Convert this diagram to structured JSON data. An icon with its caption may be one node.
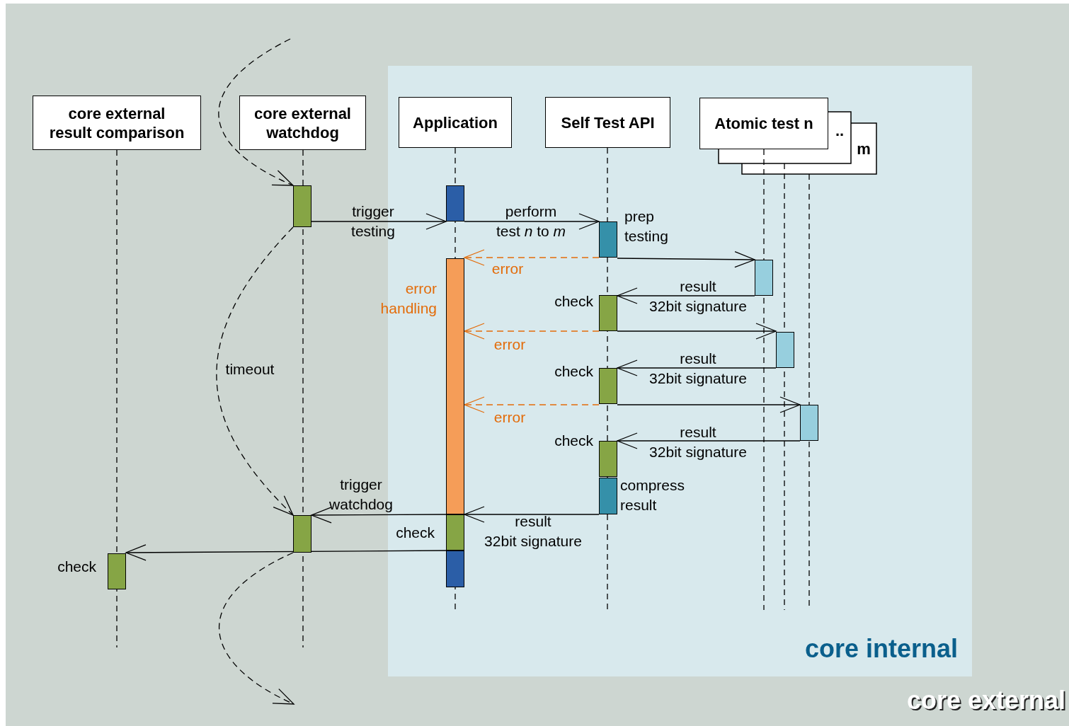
{
  "diagram": {
    "nodes": [
      {
        "text": [
          "core external"
        ]
      },
      {
        "text": [
          "core internal"
        ],
        "in": 0
      },
      {
        "text": [
          "core external result comparison"
        ],
        "in": 0
      },
      {
        "text": [
          "core external watchdog"
        ],
        "in": 0
      },
      {
        "text": [
          "Application"
        ],
        "in": 1
      },
      {
        "text": [
          "Self Test API"
        ],
        "in": 1
      },
      {
        "text": [
          "m"
        ],
        "in": 1
      },
      {
        "text": [
          ".."
        ],
        "in": 1
      },
      {
        "text": [
          "Atomic test n"
        ],
        "in": 1
      },
      {
        "text": [],
        "shape": "bar",
        "in": 0
      },
      {
        "text": [],
        "shape": "bar",
        "in": 1
      },
      {
        "text": [],
        "shape": "bar",
        "in": 1,
        "beside": [
          "prep testing"
        ]
      },
      {
        "text": [],
        "shape": "bar",
        "in": 1,
        "beside": [
          "error handling"
        ]
      },
      {
        "text": [],
        "shape": "bar",
        "in": 1
      },
      {
        "text": [],
        "shape": "bar",
        "in": 1,
        "beside": [
          "check"
        ]
      },
      {
        "text": [],
        "shape": "bar",
        "in": 1
      },
      {
        "text": [],
        "shape": "bar",
        "in": 1,
        "beside": [
          "check"
        ]
      },
      {
        "text": [],
        "shape": "bar",
        "in": 1
      },
      {
        "text": [],
        "shape": "bar",
        "in": 1,
        "beside": [
          "check"
        ]
      },
      {
        "text": [],
        "shape": "bar",
        "in": 1,
        "beside": [
          "compress result"
        ]
      },
      {
        "text": [],
        "shape": "bar",
        "in": 0
      },
      {
        "text": [],
        "shape": "bar",
        "in": 1,
        "beside": [
          "check"
        ]
      },
      {
        "text": [],
        "shape": "bar",
        "in": 1
      },
      {
        "text": [],
        "shape": "bar",
        "in": 0,
        "beside": [
          "check"
        ]
      }
    ],
    "edges": [
      {
        "from": 9,
        "to": 10,
        "arrow": "to",
        "label": "trigger testing"
      },
      {
        "from": 10,
        "to": 11,
        "arrow": "to",
        "label": "perform test *n* to *m*"
      },
      {
        "from": 11,
        "to": 13,
        "arrow": "to"
      },
      {
        "from": 11,
        "to": 12,
        "arrow": "to",
        "label": "error",
        "style": "dashed",
        "color": "#e36c0a"
      },
      {
        "from": 13,
        "to": 14,
        "arrow": "to",
        "label": "result 32bit signature"
      },
      {
        "from": 14,
        "to": 15,
        "arrow": "to"
      },
      {
        "from": 14,
        "to": 12,
        "arrow": "to",
        "label": "error",
        "style": "dashed",
        "color": "#e36c0a"
      },
      {
        "from": 15,
        "to": 16,
        "arrow": "to",
        "label": "result 32bit signature"
      },
      {
        "from": 16,
        "to": 17,
        "arrow": "to"
      },
      {
        "from": 16,
        "to": 12,
        "arrow": "to",
        "label": "error",
        "style": "dashed",
        "color": "#e36c0a"
      },
      {
        "from": 17,
        "to": 18,
        "arrow": "to",
        "label": "result 32bit signature"
      },
      {
        "from": 19,
        "to": 21,
        "arrow": "to",
        "label": "result 32bit signature"
      },
      {
        "from": 21,
        "to": 20,
        "arrow": "to",
        "label": "trigger watchdog"
      },
      {
        "from": 21,
        "to": 23,
        "arrow": "to"
      },
      {
        "from": null,
        "to": 9,
        "arrow": "to",
        "style": "dashed"
      },
      {
        "from": 9,
        "to": 20,
        "arrow": "to",
        "label": "timeout",
        "style": "dashed"
      },
      {
        "from": 20,
        "to": null,
        "arrow": "to",
        "style": "dashed"
      }
    ]
  }
}
